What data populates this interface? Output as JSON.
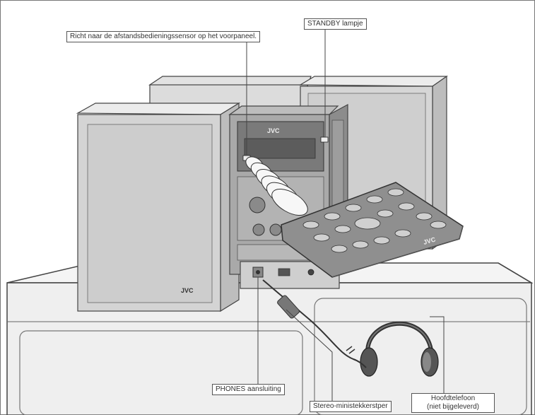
{
  "callouts": {
    "remote_sensor": "Richt naar de afstandsbedieningssensor op het voorpaneel.",
    "standby_lamp": "STANDBY lampje",
    "phones_jack": "PHONES aansluiting",
    "stereo_plug": "Stereo-ministekkerstper",
    "headphones_line1": "Hoofdtelefoon",
    "headphones_line2": "(niet bijgeleverd)"
  },
  "branding": {
    "unit_logo": "JVC",
    "speaker_logo": "JVC",
    "remote_logo": "JVC"
  },
  "colors": {
    "cabinet": "#e9e9e9",
    "speaker_front": "#d4d4d4",
    "unit_dark": "#9a9a9a",
    "remote": "#8f8f8f",
    "outline": "#444444"
  }
}
